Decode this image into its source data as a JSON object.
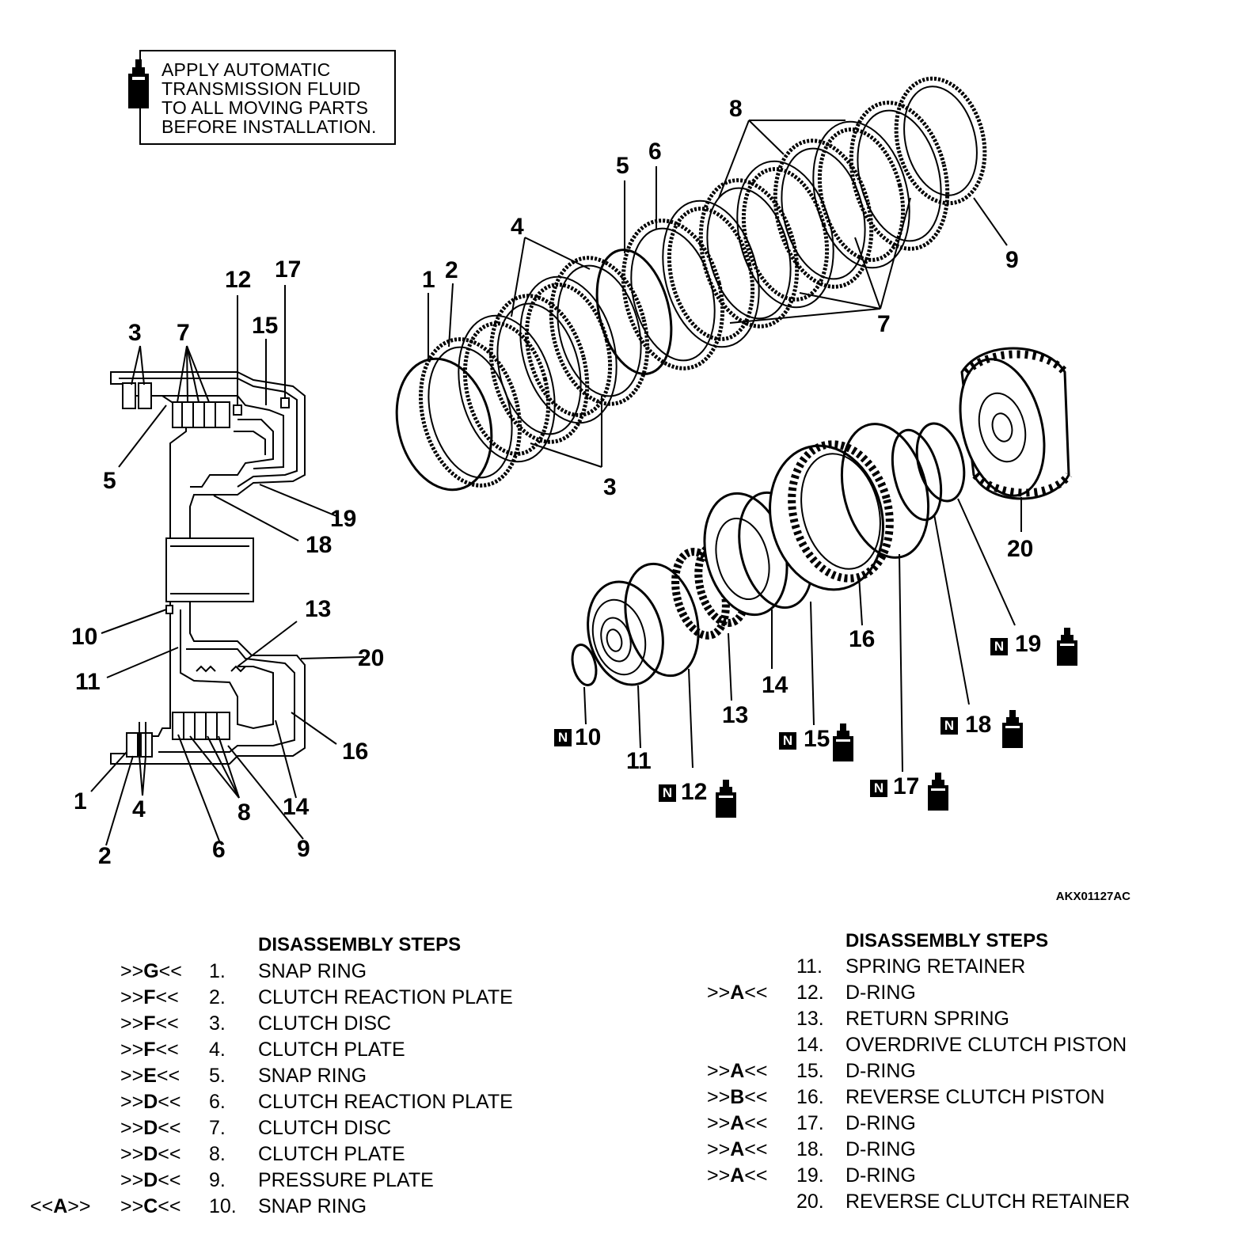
{
  "note": {
    "lines": [
      "APPLY AUTOMATIC",
      "TRANSMISSION FLUID",
      "TO ALL MOVING PARTS",
      "BEFORE INSTALLATION."
    ],
    "icon": "oil-bottle-icon"
  },
  "figure_code": "AKX01127AC",
  "callouts": {
    "n1": "1",
    "n2": "2",
    "n3": "3",
    "n4": "4",
    "n5": "5",
    "n6": "6",
    "n7": "7",
    "n8": "8",
    "n9": "9",
    "n10": "10",
    "n11": "11",
    "n12": "12",
    "n13": "13",
    "n14": "14",
    "n15": "15",
    "n16": "16",
    "n17": "17",
    "n18": "18",
    "n19": "19",
    "n20": "20",
    "new_part": "N"
  },
  "steps_left": {
    "title": "DISASSEMBLY STEPS",
    "rows": [
      {
        "pre": "",
        "mark": "G",
        "num": "1.",
        "name": "SNAP RING"
      },
      {
        "pre": "",
        "mark": "F",
        "num": "2.",
        "name": "CLUTCH REACTION PLATE"
      },
      {
        "pre": "",
        "mark": "F",
        "num": "3.",
        "name": "CLUTCH DISC"
      },
      {
        "pre": "",
        "mark": "F",
        "num": "4.",
        "name": "CLUTCH PLATE"
      },
      {
        "pre": "",
        "mark": "E",
        "num": "5.",
        "name": "SNAP RING"
      },
      {
        "pre": "",
        "mark": "D",
        "num": "6.",
        "name": "CLUTCH REACTION PLATE"
      },
      {
        "pre": "",
        "mark": "D",
        "num": "7.",
        "name": "CLUTCH DISC"
      },
      {
        "pre": "",
        "mark": "D",
        "num": "8.",
        "name": "CLUTCH PLATE"
      },
      {
        "pre": "",
        "mark": "D",
        "num": "9.",
        "name": "PRESSURE PLATE"
      },
      {
        "pre": "A",
        "mark": "C",
        "num": "10.",
        "name": "SNAP RING"
      }
    ]
  },
  "steps_right": {
    "title": "DISASSEMBLY STEPS",
    "rows": [
      {
        "mark": "",
        "num": "11.",
        "name": "SPRING RETAINER"
      },
      {
        "mark": "A",
        "num": "12.",
        "name": "D-RING"
      },
      {
        "mark": "",
        "num": "13.",
        "name": "RETURN SPRING"
      },
      {
        "mark": "",
        "num": "14.",
        "name": "OVERDRIVE CLUTCH PISTON"
      },
      {
        "mark": "A",
        "num": "15.",
        "name": "D-RING"
      },
      {
        "mark": "B",
        "num": "16.",
        "name": "REVERSE CLUTCH PISTON"
      },
      {
        "mark": "A",
        "num": "17.",
        "name": "D-RING"
      },
      {
        "mark": "A",
        "num": "18.",
        "name": "D-RING"
      },
      {
        "mark": "A",
        "num": "19.",
        "name": "D-RING"
      },
      {
        "mark": "",
        "num": "20.",
        "name": "REVERSE CLUTCH RETAINER"
      }
    ]
  }
}
